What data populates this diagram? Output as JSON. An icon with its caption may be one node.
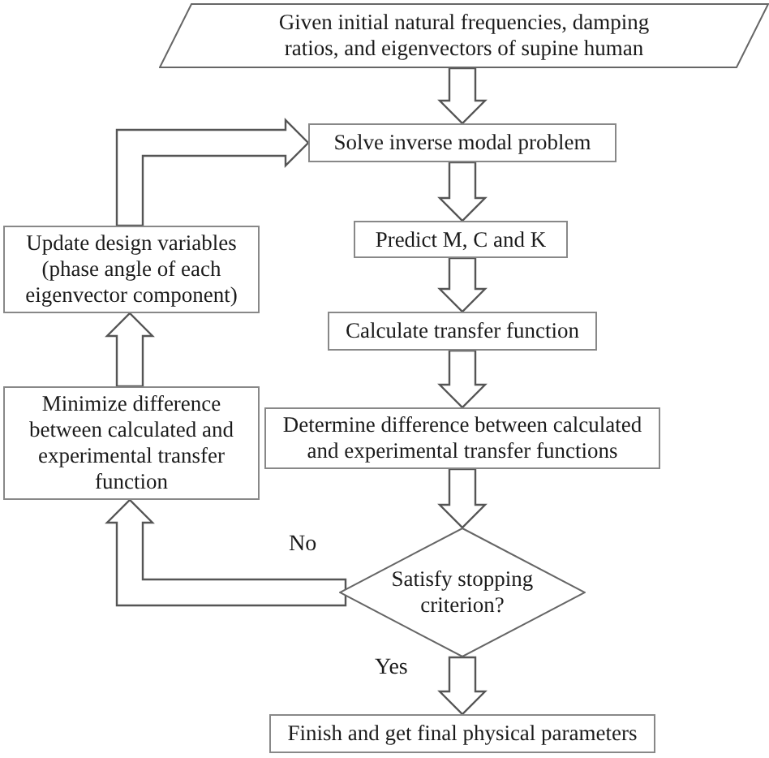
{
  "diagram": {
    "nodes": [
      {
        "text": [
          "Given initial natural frequencies, damping ratios, and eigenvectors of supine human"
        ]
      },
      {
        "text": [
          "Solve inverse modal problem"
        ]
      },
      {
        "text": [
          "Predict M, C and K"
        ]
      },
      {
        "text": [
          "Calculate transfer function"
        ]
      },
      {
        "text": [
          "Determine difference between calculated and experimental transfer functions"
        ]
      },
      {
        "text": [
          "Satisfy stopping criterion?"
        ]
      },
      {
        "text": [
          "Finish and get final physical parameters"
        ]
      },
      {
        "text": [
          "Minimize difference between calculated and experimental transfer function"
        ]
      },
      {
        "text": [
          "Update design variables (phase angle of each eigenvector component)"
        ]
      }
    ],
    "edges": [
      {
        "from": 0,
        "to": 1,
        "arrow": "to"
      },
      {
        "from": 1,
        "to": 2,
        "arrow": "to"
      },
      {
        "from": 2,
        "to": 3,
        "arrow": "to"
      },
      {
        "from": 3,
        "to": 4,
        "arrow": "to"
      },
      {
        "from": 4,
        "to": 5,
        "arrow": "to"
      },
      {
        "from": 5,
        "to": 6,
        "arrow": "to",
        "label": "Yes"
      },
      {
        "from": 5,
        "to": 7,
        "arrow": "to",
        "label": "No"
      },
      {
        "from": 7,
        "to": 8,
        "arrow": "to"
      },
      {
        "from": 8,
        "to": 1,
        "arrow": "to"
      }
    ]
  }
}
